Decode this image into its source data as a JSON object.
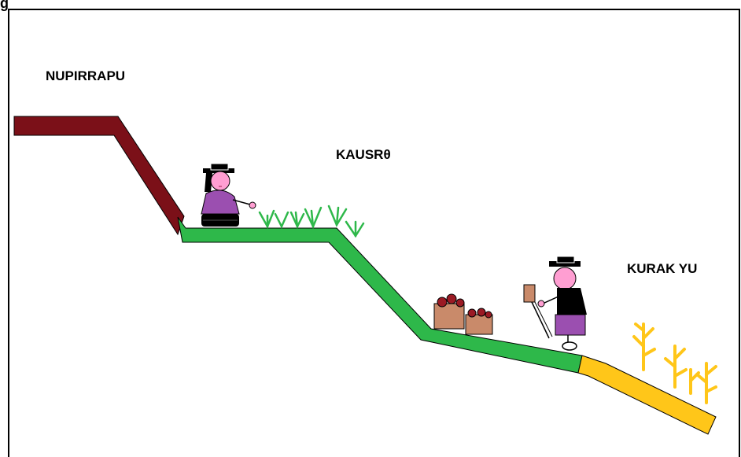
{
  "caption": "g",
  "zones": [
    {
      "id": "high",
      "label": "NUPIRRAPU",
      "color": "#7b1018"
    },
    {
      "id": "middle",
      "label": "KAUSRθ",
      "color": "#2eb84a"
    },
    {
      "id": "low",
      "label": "KURAK YU",
      "color": "#ffc619"
    }
  ]
}
